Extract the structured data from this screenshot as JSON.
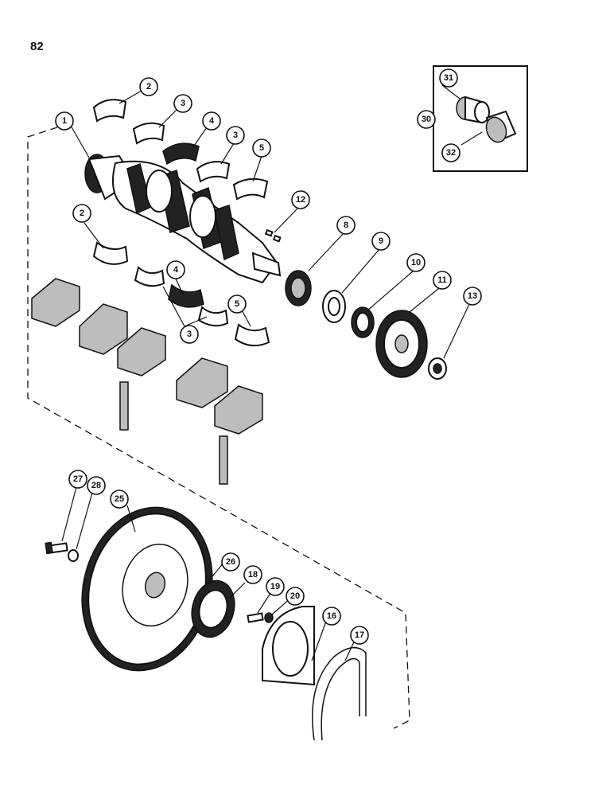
{
  "page": {
    "number": "82"
  },
  "callouts": [
    {
      "id": "c1",
      "label": "1"
    },
    {
      "id": "c2a",
      "label": "2"
    },
    {
      "id": "c3a",
      "label": "3"
    },
    {
      "id": "c4a",
      "label": "4"
    },
    {
      "id": "c3b",
      "label": "3"
    },
    {
      "id": "c5a",
      "label": "5"
    },
    {
      "id": "c2b",
      "label": "2"
    },
    {
      "id": "c12",
      "label": "12"
    },
    {
      "id": "c8",
      "label": "8"
    },
    {
      "id": "c9",
      "label": "9"
    },
    {
      "id": "c10",
      "label": "10"
    },
    {
      "id": "c11",
      "label": "11"
    },
    {
      "id": "c13",
      "label": "13"
    },
    {
      "id": "c4b",
      "label": "4"
    },
    {
      "id": "c3c",
      "label": "3"
    },
    {
      "id": "c5b",
      "label": "5"
    },
    {
      "id": "c30",
      "label": "30"
    },
    {
      "id": "c31",
      "label": "31"
    },
    {
      "id": "c32",
      "label": "32"
    },
    {
      "id": "c27",
      "label": "27"
    },
    {
      "id": "c28",
      "label": "28"
    },
    {
      "id": "c25",
      "label": "25"
    },
    {
      "id": "c26",
      "label": "26"
    },
    {
      "id": "c18",
      "label": "18"
    },
    {
      "id": "c19",
      "label": "19"
    },
    {
      "id": "c20",
      "label": "20"
    },
    {
      "id": "c16",
      "label": "16"
    },
    {
      "id": "c17",
      "label": "17"
    }
  ]
}
